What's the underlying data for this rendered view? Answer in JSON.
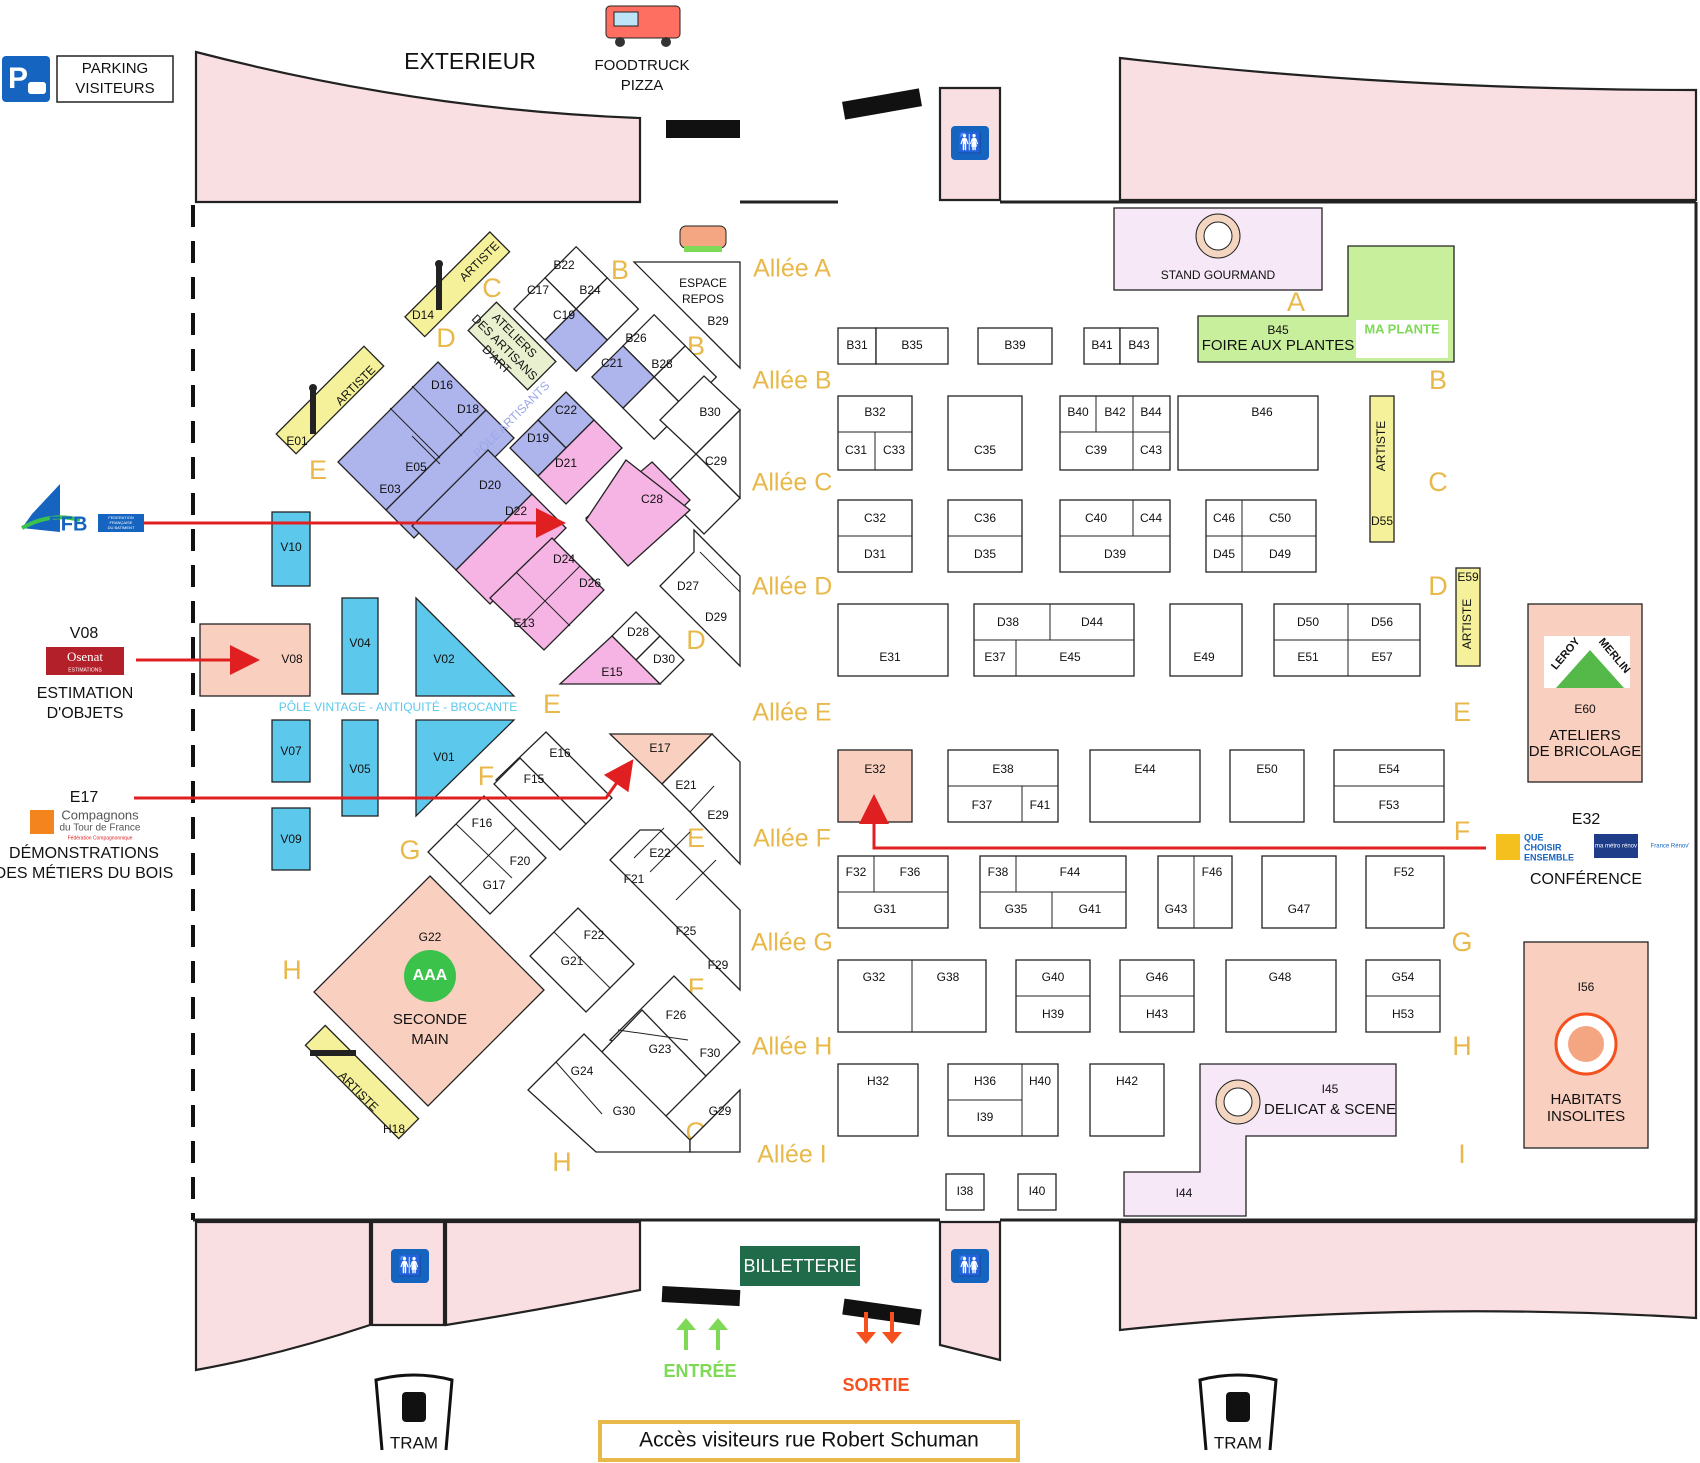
{
  "colors": {
    "allee": "#e8b94a",
    "wall_pink": "#f9dfe1",
    "vintage_blue": "#5cc8ec",
    "artisans_purple": "#aeb5ec",
    "magenta": "#f6b4e4",
    "arrow_red": "#e02020",
    "entree_green": "#7ed957",
    "sortie_orange": "#f4511e",
    "billetterie": "#1f6b4a"
  },
  "top": {
    "exterieur": "EXTERIEUR",
    "parking_1": "PARKING",
    "parking_2": "VISITEURS",
    "foodtruck_1": "FOODTRUCK",
    "foodtruck_2": "PIZZA"
  },
  "allees": [
    "Allée A",
    "Allée B",
    "Allée C",
    "Allée D",
    "Allée E",
    "Allée F",
    "Allée G",
    "Allée H",
    "Allée I"
  ],
  "row_letters": [
    "A",
    "B",
    "C",
    "D",
    "E",
    "F",
    "G",
    "H",
    "I"
  ],
  "left": {
    "artiste": "ARTISTE",
    "espace_repos_1": "ESPACE",
    "espace_repos_2": "REPOS",
    "ateliers_1": "ATELIERS",
    "ateliers_2": "DES ARTISANS",
    "ateliers_3": "D'ART",
    "pole_artisans": "PÔLE ARTISANTS",
    "pole_vintage": "PÔLE VINTAGE - ANTIQUITÉ - BROCANTE",
    "seconde_1": "SECONDE",
    "seconde_2": "MAIN",
    "aaa": "AAA",
    "booths": [
      "B22",
      "C17",
      "B24",
      "C19",
      "B26",
      "C21",
      "B28",
      "B29",
      "B30",
      "C29",
      "C28",
      "D14",
      "D16",
      "D18",
      "D19",
      "C22",
      "D21",
      "E05",
      "E03",
      "E01",
      "D20",
      "D22",
      "D24",
      "D26",
      "E13",
      "D27",
      "D29",
      "D28",
      "D30",
      "E15",
      "V10",
      "V04",
      "V02",
      "V08",
      "V07",
      "V05",
      "V01",
      "V09",
      "E16",
      "F15",
      "E17",
      "E21",
      "E29",
      "F16",
      "F20",
      "G17",
      "E22",
      "F21",
      "F25",
      "F29",
      "F22",
      "G21",
      "G22",
      "F26",
      "G23",
      "F30",
      "G24",
      "G30",
      "G29",
      "H18"
    ]
  },
  "right": {
    "stand_gourmand": "STAND GOURMAND",
    "foire_aux_plantes": "FOIRE AUX PLANTES",
    "ma_plante": "MA PLANTE",
    "leroy": "LEROY",
    "merlin": "MERLIN",
    "ateliers_bricolage_1": "ATELIERS",
    "ateliers_bricolage_2": "DE BRICOLAGE",
    "delicat": "DELICAT & SCENE",
    "habitats_1": "HABITATS",
    "habitats_2": "INSOLITES",
    "booths": [
      "B31",
      "B35",
      "B39",
      "B41",
      "B43",
      "B45",
      "B32",
      "C31",
      "C33",
      "C35",
      "B40",
      "B42",
      "B44",
      "C39",
      "C43",
      "B46",
      "D55",
      "C32",
      "D31",
      "C36",
      "D35",
      "C40",
      "C44",
      "D39",
      "C46",
      "C50",
      "D45",
      "D49",
      "E59",
      "E31",
      "D38",
      "D44",
      "E37",
      "E45",
      "E49",
      "D50",
      "D56",
      "E51",
      "E57",
      "E60",
      "E32",
      "E38",
      "F37",
      "F41",
      "E44",
      "E50",
      "E54",
      "F53",
      "F32",
      "F36",
      "G31",
      "F38",
      "F44",
      "G35",
      "G41",
      "G43",
      "F46",
      "G47",
      "F52",
      "G32",
      "G38",
      "G40",
      "H39",
      "G46",
      "H43",
      "G48",
      "G54",
      "H53",
      "I56",
      "H32",
      "H36",
      "H40",
      "I39",
      "H42",
      "I45",
      "I38",
      "I40",
      "I44"
    ]
  },
  "legend": {
    "ffb": "FFB",
    "ffb_sub_1": "FEDERATION",
    "ffb_sub_2": "FRANÇAISE",
    "ffb_sub_3": "DU BATIMENT",
    "v08_title": "V08",
    "osenat": "Osenat",
    "osenat_sub": "ESTIMATIONS",
    "v08_1": "ESTIMATION",
    "v08_2": "D'OBJETS",
    "e17_title": "E17",
    "compagnons_1": "Compagnons",
    "compagnons_2": "du Tour de France",
    "compagnons_3": "Fédération Compagnonnique",
    "e17_1": "DÉMONSTRATIONS",
    "e17_2": "DES MÉTIERS DU BOIS",
    "e32_title": "E32",
    "qc_1": "QUE",
    "qc_2": "CHOISIR",
    "qc_3": "ENSEMBLE",
    "ma_metro": "ma métro rénov",
    "france_renov": "France Rénov'",
    "conference": "CONFÉRENCE"
  },
  "bottom": {
    "billetterie": "BILLETTERIE",
    "entree": "ENTRÉE",
    "sortie": "SORTIE",
    "tram": "TRAM",
    "acces": "Accès visiteurs rue Robert Schuman"
  }
}
